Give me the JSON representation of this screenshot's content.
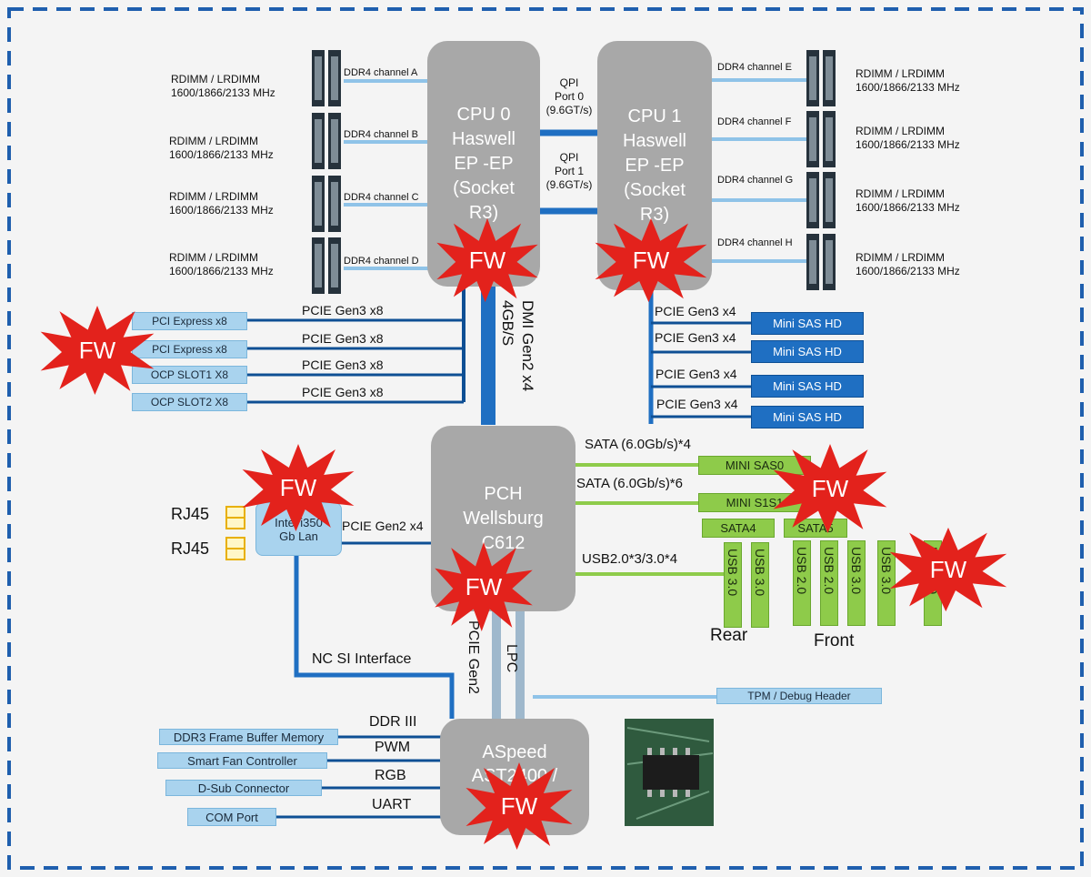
{
  "cpu0": {
    "text": "CPU 0\nHaswell\nEP -EP\n(Socket\nR3)"
  },
  "cpu1": {
    "text": "CPU 1\nHaswell\nEP -EP\n(Socket\nR3)"
  },
  "pch": {
    "text": "PCH\nWellsburg\nC612"
  },
  "aspeed": {
    "text": "ASpeed\nAST2400 /"
  },
  "intel_lan": {
    "text": "Intel i350\nGb Lan"
  },
  "qpi0": "QPI\nPort 0\n(9.6GT/s)",
  "qpi1": "QPI\nPort 1\n(9.6GT/s)",
  "dimm_left": [
    {
      "channel": "DDR4 channel A",
      "label": "RDIMM / LRDIMM\n1600/1866/2133 MHz"
    },
    {
      "channel": "DDR4 channel B",
      "label": "RDIMM / LRDIMM\n1600/1866/2133 MHz"
    },
    {
      "channel": "DDR4 channel C",
      "label": "RDIMM / LRDIMM\n1600/1866/2133 MHz"
    },
    {
      "channel": "DDR4 channel D",
      "label": "RDIMM / LRDIMM\n1600/1866/2133 MHz"
    }
  ],
  "dimm_right": [
    {
      "channel": "DDR4 channel E",
      "label": "RDIMM / LRDIMM\n1600/1866/2133 MHz"
    },
    {
      "channel": "DDR4 channel F",
      "label": "RDIMM / LRDIMM\n1600/1866/2133 MHz"
    },
    {
      "channel": "DDR4 channel G",
      "label": "RDIMM / LRDIMM\n1600/1866/2133 MHz"
    },
    {
      "channel": "DDR4 channel H",
      "label": "RDIMM / LRDIMM\n1600/1866/2133 MHz"
    }
  ],
  "pcie_slots": [
    {
      "box": "PCI Express x8",
      "link": "PCIE Gen3 x8"
    },
    {
      "box": "PCI Express x8",
      "link": "PCIE Gen3 x8"
    },
    {
      "box": "OCP SLOT1 X8",
      "link": "PCIE Gen3 x8"
    },
    {
      "box": "OCP SLOT2 X8",
      "link": "PCIE Gen3 x8"
    }
  ],
  "dmi": "DMI Gen2 x4\n4GB/S",
  "sas": [
    {
      "box": "Mini SAS HD",
      "link": "PCIE Gen3 x4"
    },
    {
      "box": "Mini SAS HD",
      "link": "PCIE Gen3 x4"
    },
    {
      "box": "Mini SAS HD",
      "link": "PCIE Gen3 x4"
    },
    {
      "box": "Mini SAS HD",
      "link": "PCIE Gen3 x4"
    }
  ],
  "sata": {
    "link1": "SATA (6.0Gb/s)*4",
    "link2": "SATA (6.0Gb/s)*6",
    "box1": "MINI SAS0",
    "box2": "MINI S1S1",
    "sata4": "SATA4",
    "sata5": "SATA5"
  },
  "usb": {
    "link": "USB2.0*3/3.0*4",
    "ports": [
      "USB 3.0",
      "USB 3.0",
      "USB 2.0",
      "USB 2.0",
      "USB 3.0",
      "USB 3.0",
      "USB 3.0"
    ],
    "rear": "Rear",
    "front": "Front"
  },
  "lan": {
    "link": "PCIE Gen2 x4",
    "rj45_a": "RJ45",
    "rj45_b": "RJ45"
  },
  "ncsi": "NC SI Interface",
  "pcie_gen2": "PCIE Gen2",
  "lpc": "LPC",
  "tpm": "TPM / Debug Header",
  "bmc_links": [
    {
      "box": "DDR3 Frame Buffer Memory",
      "link": "DDR III"
    },
    {
      "box": "Smart Fan Controller",
      "link": "PWM"
    },
    {
      "box": "D-Sub Connector",
      "link": "RGB"
    },
    {
      "box": "COM Port",
      "link": "UART"
    }
  ],
  "fw": "FW",
  "colors": {
    "chip": "#a8a8a8",
    "bus": "#1f6fc2",
    "light_bus": "#8fc3e8",
    "green": "#8ecb4a",
    "fw": "#e3221c",
    "border": "#1f5fae"
  }
}
